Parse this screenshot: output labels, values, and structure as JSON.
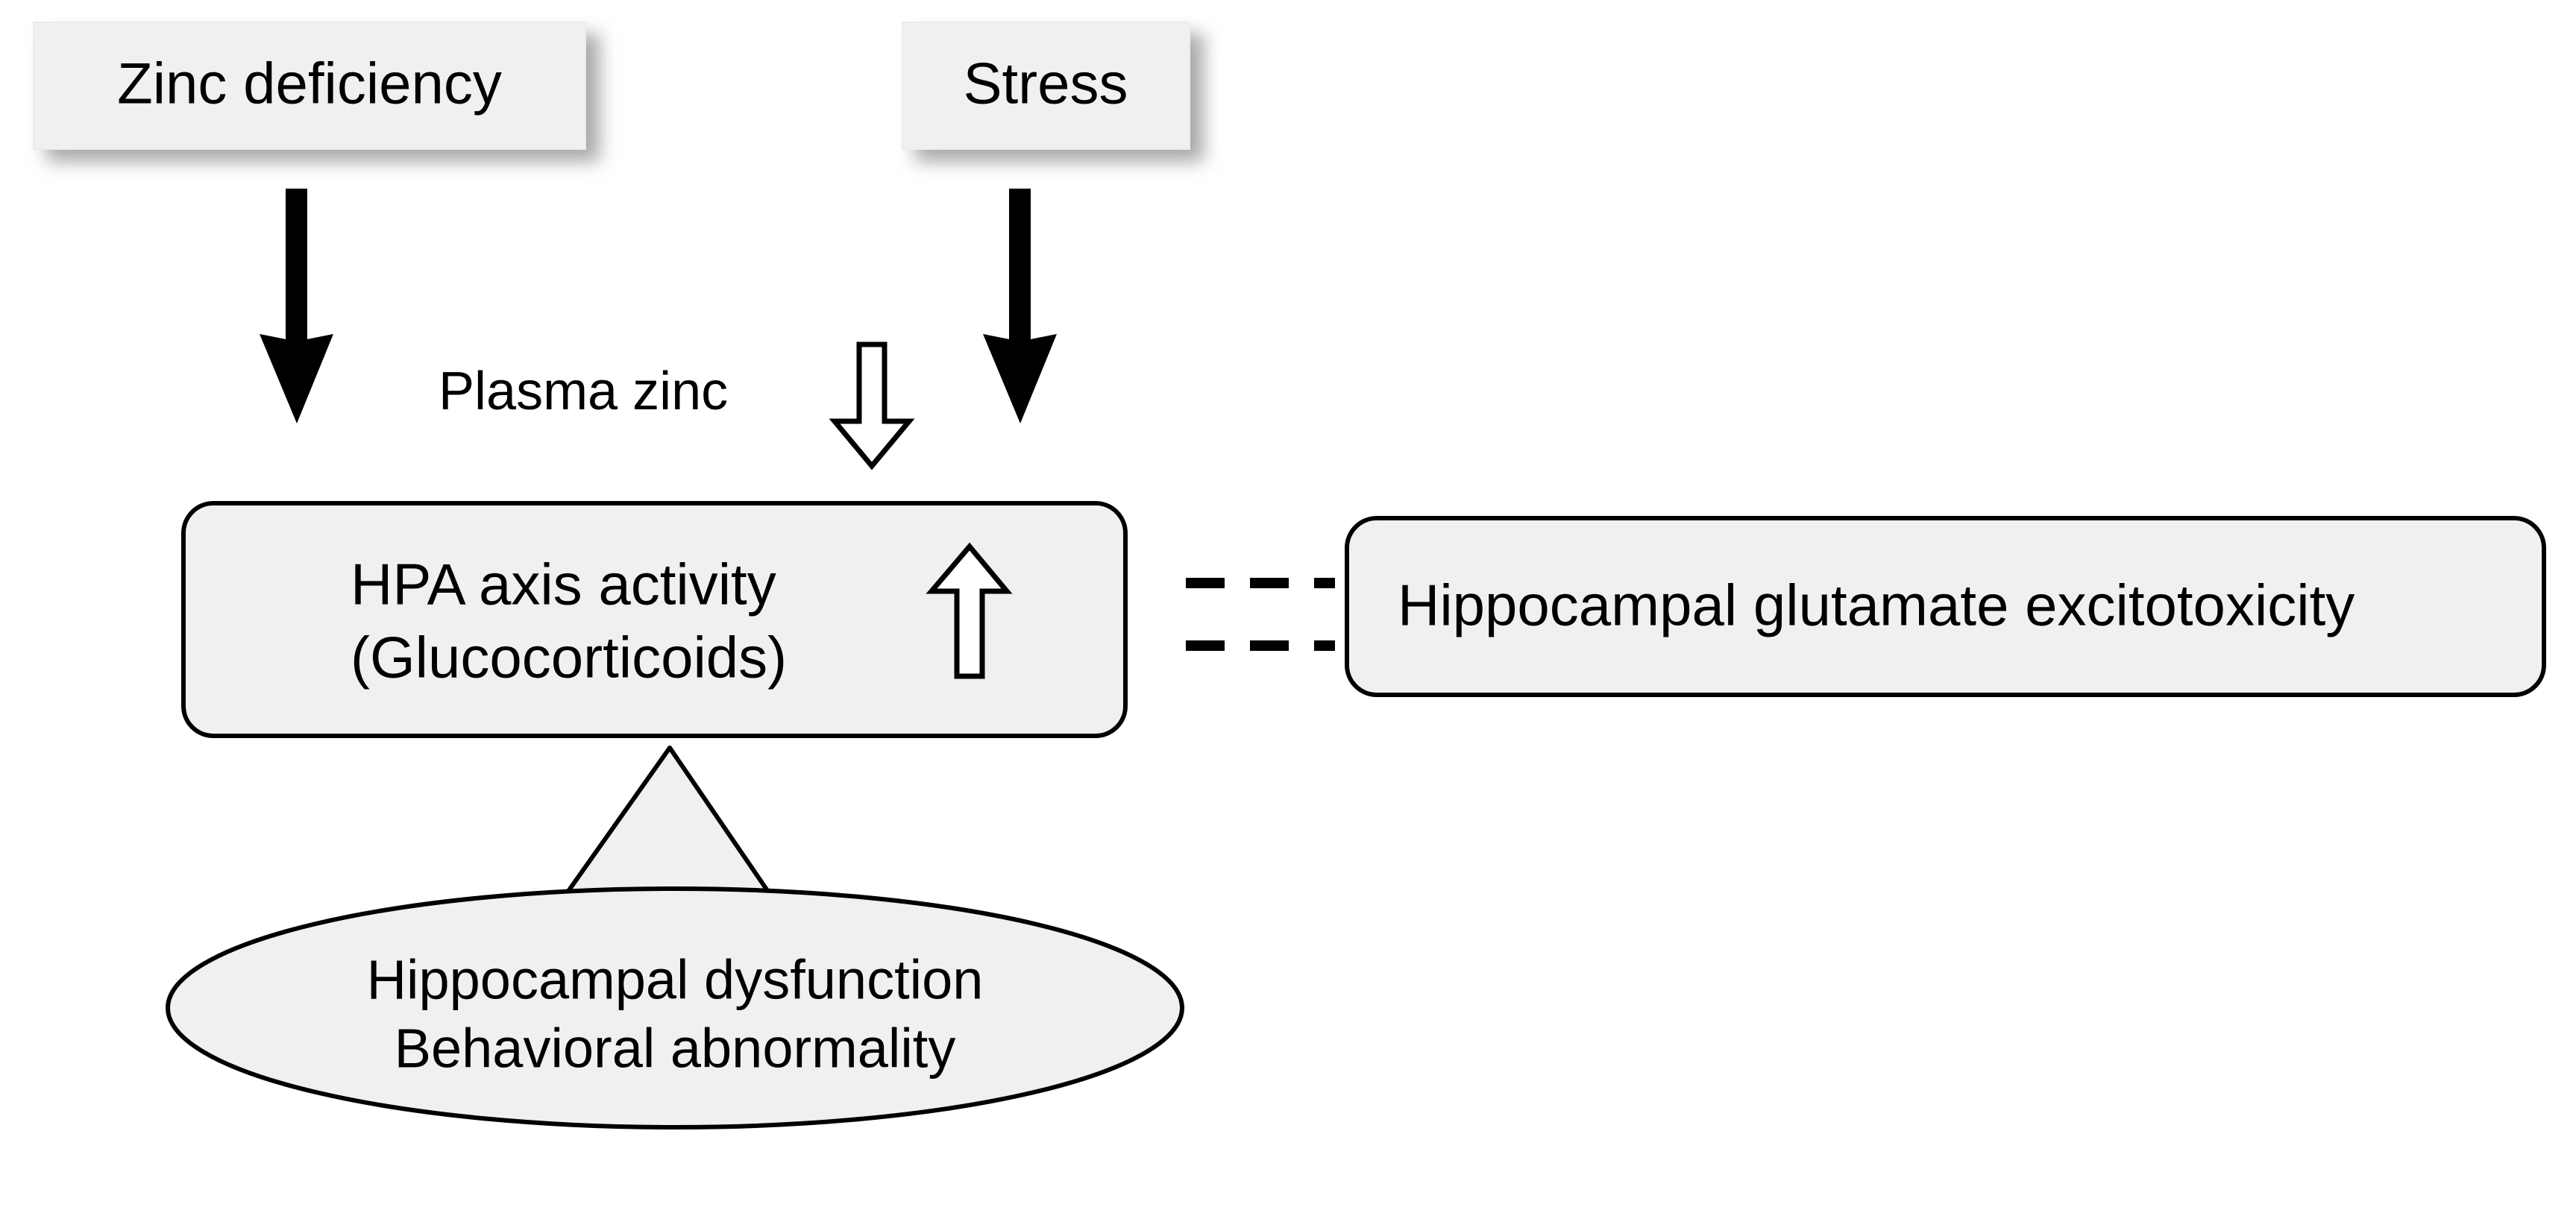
{
  "diagram": {
    "title": "Zinc deficiency and stress HPA axis pathway",
    "background_color": "#ffffff",
    "node_fill_color": "#f0f0f0",
    "stroke_color": "#000000"
  },
  "nodes": {
    "zinc_deficiency": {
      "label": "Zinc deficiency",
      "shape": "shadowed-rectangle"
    },
    "stress": {
      "label": "Stress",
      "shape": "shadowed-rectangle"
    },
    "hpa_axis": {
      "line1": "HPA axis activity",
      "line2": "(Glucocorticoids)",
      "shape": "rounded-rectangle",
      "indicator": "up-arrow"
    },
    "excitotoxicity": {
      "label": "Hippocampal glutamate excitotoxicity",
      "shape": "rounded-rectangle"
    },
    "outcome": {
      "line1": "Hippocampal dysfunction",
      "line2": "Behavioral abnormality",
      "shape": "callout-ellipse"
    }
  },
  "annotations": {
    "plasma_zinc": {
      "label": "Plasma zinc",
      "indicator": "down-arrow"
    }
  },
  "connectors": {
    "zinc_to_hpa": "solid-down-arrow",
    "stress_to_hpa": "solid-down-arrow",
    "hpa_to_excitotoxicity": "double-dashed-line",
    "hpa_to_outcome": "callout-tail"
  }
}
